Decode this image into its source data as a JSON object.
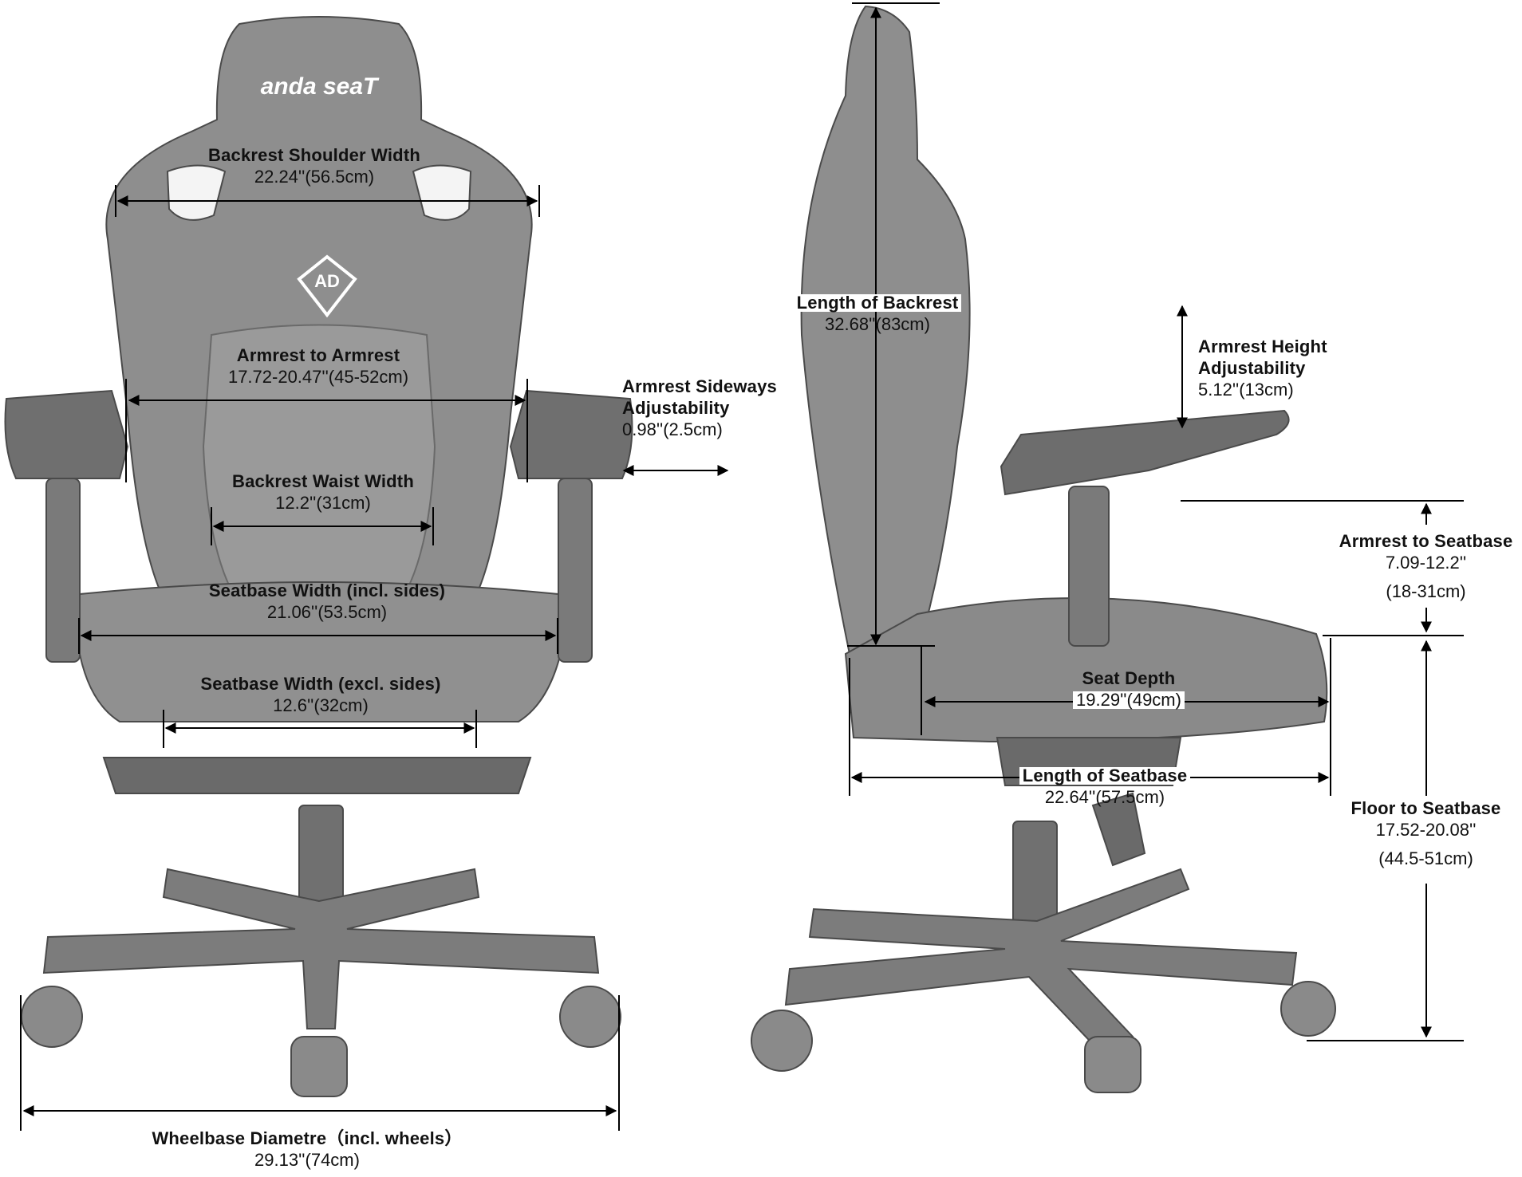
{
  "brand": {
    "logo_text": "anda seaT",
    "emblem": "AD"
  },
  "dimensions": {
    "backrest_shoulder_width": {
      "title": "Backrest Shoulder Width",
      "value": "22.24''(56.5cm)"
    },
    "armrest_to_armrest": {
      "title": "Armrest to Armrest",
      "value": "17.72-20.47''(45-52cm)"
    },
    "armrest_sideways": {
      "title_line1": "Armrest Sideways",
      "title_line2": "Adjustability",
      "value": "0.98''(2.5cm)"
    },
    "backrest_waist_width": {
      "title": "Backrest Waist Width",
      "value": "12.2''(31cm)"
    },
    "seatbase_width_incl": {
      "title": "Seatbase Width (incl. sides)",
      "value": "21.06''(53.5cm)"
    },
    "seatbase_width_excl": {
      "title": "Seatbase Width (excl. sides)",
      "value": "12.6''(32cm)"
    },
    "wheelbase_diametre": {
      "title": "Wheelbase Diametre（incl. wheels）",
      "value": "29.13''(74cm)"
    },
    "length_of_backrest": {
      "title": "Length of Backrest",
      "value": "32.68''(83cm)"
    },
    "armrest_height_adj": {
      "title_line1": "Armrest Height",
      "title_line2": "Adjustability",
      "value": "5.12''(13cm)"
    },
    "armrest_to_seatbase": {
      "title": "Armrest to Seatbase",
      "value_line1": "7.09-12.2''",
      "value_line2": "(18-31cm)"
    },
    "seat_depth": {
      "title": "Seat Depth",
      "value": "19.29''(49cm)"
    },
    "length_of_seatbase": {
      "title": "Length of Seatbase",
      "value": "22.64''(57.5cm)"
    },
    "floor_to_seatbase": {
      "title": "Floor to Seatbase",
      "value_line1": "17.52-20.08''",
      "value_line2": "(44.5-51cm)"
    }
  }
}
